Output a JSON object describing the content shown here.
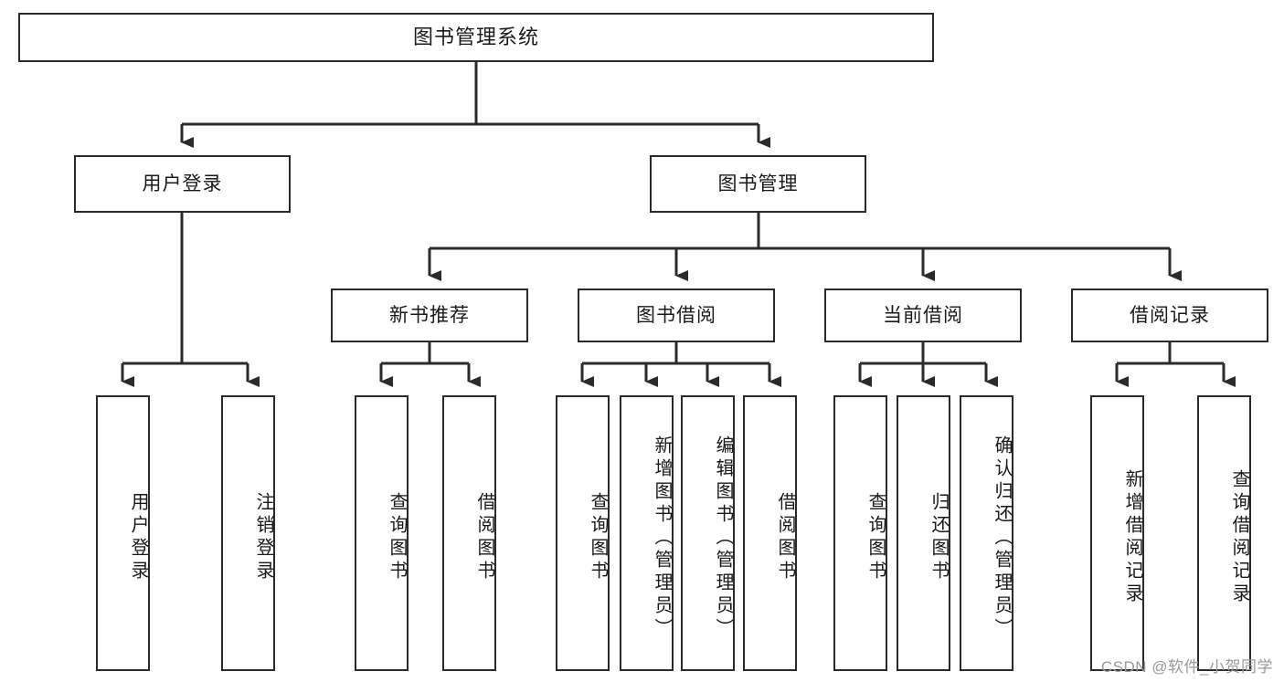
{
  "diagram": {
    "title": "图书管理系统",
    "type": "tree-hierarchy-diagram",
    "colors": {
      "node_border": "#2b2b2b",
      "node_fill": "#ffffff",
      "connector": "#2b2b2b",
      "text": "#1a1a1a",
      "watermark": "#9a9a9a",
      "background": "#ffffff"
    },
    "root": {
      "label": "图书管理系统"
    },
    "level2": [
      {
        "label": "用户登录"
      },
      {
        "label": "图书管理"
      }
    ],
    "level3": [
      {
        "label": "新书推荐"
      },
      {
        "label": "图书借阅"
      },
      {
        "label": "当前借阅"
      },
      {
        "label": "借阅记录"
      }
    ],
    "leaves": {
      "user_login": [
        {
          "label": "用户登录"
        },
        {
          "label": "注销登录"
        }
      ],
      "new_book_recommend": [
        {
          "label": "查询图书"
        },
        {
          "label": "借阅图书"
        }
      ],
      "book_borrow": [
        {
          "label": "查询图书"
        },
        {
          "label": "新增图书（管理员）"
        },
        {
          "label": "编辑图书（管理员）"
        },
        {
          "label": "借阅图书"
        }
      ],
      "current_borrow": [
        {
          "label": "查询图书"
        },
        {
          "label": "归还图书"
        },
        {
          "label": "确认归还（管理员）"
        }
      ],
      "borrow_record": [
        {
          "label": "新增借阅记录"
        },
        {
          "label": "查询借阅记录"
        }
      ]
    }
  },
  "watermark": {
    "text": "CSDN @软件_小贺同学"
  }
}
